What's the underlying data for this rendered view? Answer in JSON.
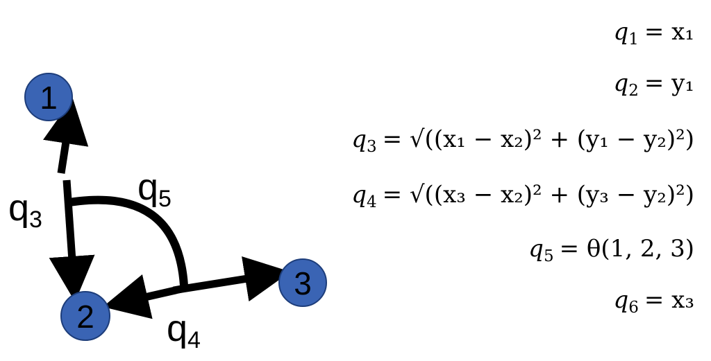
{
  "nodes": [
    {
      "id": "1",
      "label": "1"
    },
    {
      "id": "2",
      "label": "2"
    },
    {
      "id": "3",
      "label": "3"
    }
  ],
  "edge_labels": {
    "q3": {
      "base": "q",
      "sub": "3"
    },
    "q4": {
      "base": "q",
      "sub": "4"
    },
    "q5": {
      "base": "q",
      "sub": "5"
    }
  },
  "equations": [
    {
      "lhs_var": "q",
      "lhs_sub": "1",
      "rhs": "= x₁"
    },
    {
      "lhs_var": "q",
      "lhs_sub": "2",
      "rhs": "= y₁"
    },
    {
      "lhs_var": "q",
      "lhs_sub": "3",
      "rhs": "= √((x₁ − x₂)² + (y₁ − y₂)²)"
    },
    {
      "lhs_var": "q",
      "lhs_sub": "4",
      "rhs": "= √((x₃ − x₂)² + (y₃ − y₂)²)"
    },
    {
      "lhs_var": "q",
      "lhs_sub": "5",
      "rhs": "= θ(1, 2, 3)"
    },
    {
      "lhs_var": "q",
      "lhs_sub": "6",
      "rhs": "= x₃"
    }
  ],
  "colors": {
    "node_fill": "#3a64b4",
    "node_stroke": "#1d3d7a",
    "arrow": "#000000"
  }
}
